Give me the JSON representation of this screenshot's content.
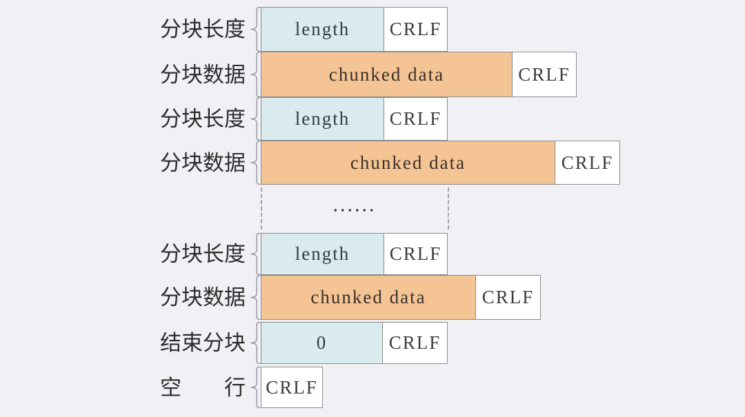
{
  "colors": {
    "background": "#f1f0f5",
    "length_fill": "#d9ebee",
    "data_fill": "#f4c494",
    "crlf_fill": "#ffffff",
    "box_border": "#8a8a8a"
  },
  "diagram": {
    "ellipsis": "......",
    "rows": [
      {
        "label": "分块长度",
        "cells": [
          {
            "text": "length"
          },
          {
            "text": "CRLF"
          }
        ]
      },
      {
        "label": "分块数据",
        "cells": [
          {
            "text": "chunked data"
          },
          {
            "text": "CRLF"
          }
        ]
      },
      {
        "label": "分块长度",
        "cells": [
          {
            "text": "length"
          },
          {
            "text": "CRLF"
          }
        ]
      },
      {
        "label": "分块数据",
        "cells": [
          {
            "text": "chunked data"
          },
          {
            "text": "CRLF"
          }
        ]
      },
      {
        "label": "分块长度",
        "cells": [
          {
            "text": "length"
          },
          {
            "text": "CRLF"
          }
        ]
      },
      {
        "label": "分块数据",
        "cells": [
          {
            "text": "chunked data"
          },
          {
            "text": "CRLF"
          }
        ]
      },
      {
        "label": "结束分块",
        "cells": [
          {
            "text": "0"
          },
          {
            "text": "CRLF"
          }
        ]
      },
      {
        "label": "空 行",
        "cells": [
          {
            "text": "CRLF"
          }
        ]
      }
    ]
  }
}
